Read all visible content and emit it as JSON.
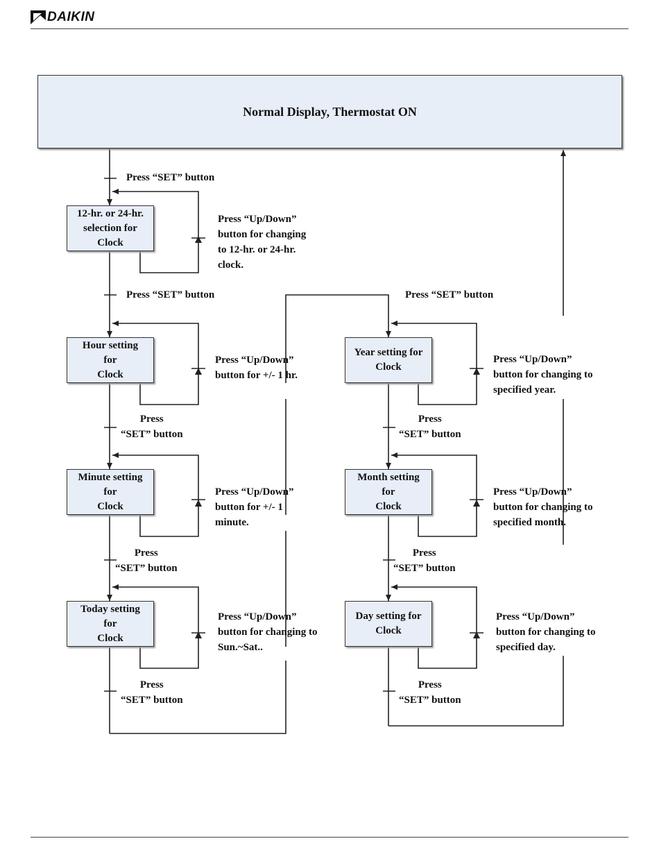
{
  "brand": {
    "name": "DAIKIN"
  },
  "flow": {
    "top": "Normal Display, Thermostat ON",
    "boxes": {
      "b1224": "12-hr. or 24-hr.\nselection for\nClock",
      "hour": "Hour setting\nfor\nClock",
      "minute": "Minute setting\nfor\nClock",
      "today": "Today setting\nfor\nClock",
      "year": "Year setting for\nClock",
      "month": "Month setting\nfor\nClock",
      "day": "Day setting for\nClock"
    },
    "labels": {
      "set1": "Press “SET” button",
      "set2": "Press “SET” button",
      "set_right_top": "Press “SET” button",
      "set3": "Press\n“SET” button",
      "set4": "Press\n“SET” button",
      "set5": "Press\n“SET” button",
      "set6": "Press\n“SET” button",
      "set7": "Press\n“SET” button",
      "set8": "Press\n“SET” button",
      "ud1224": "Press “Up/Down”\nbutton for changing\nto 12-hr. or 24-hr.\nclock.",
      "udHour": "Press “Up/Down”\n button for +/- 1 hr.",
      "udMinute": "Press “Up/Down”\nbutton for +/- 1\nminute.",
      "udToday": "Press “Up/Down”\nbutton for changing to\nSun.~Sat..",
      "udYear": "Press “Up/Down”\nbutton for changing to\nspecified year.",
      "udMonth": "Press “Up/Down”\nbutton for changing to\nspecified month.",
      "udDay": "Press “Up/Down”\nbutton for changing to\nspecified day."
    }
  }
}
